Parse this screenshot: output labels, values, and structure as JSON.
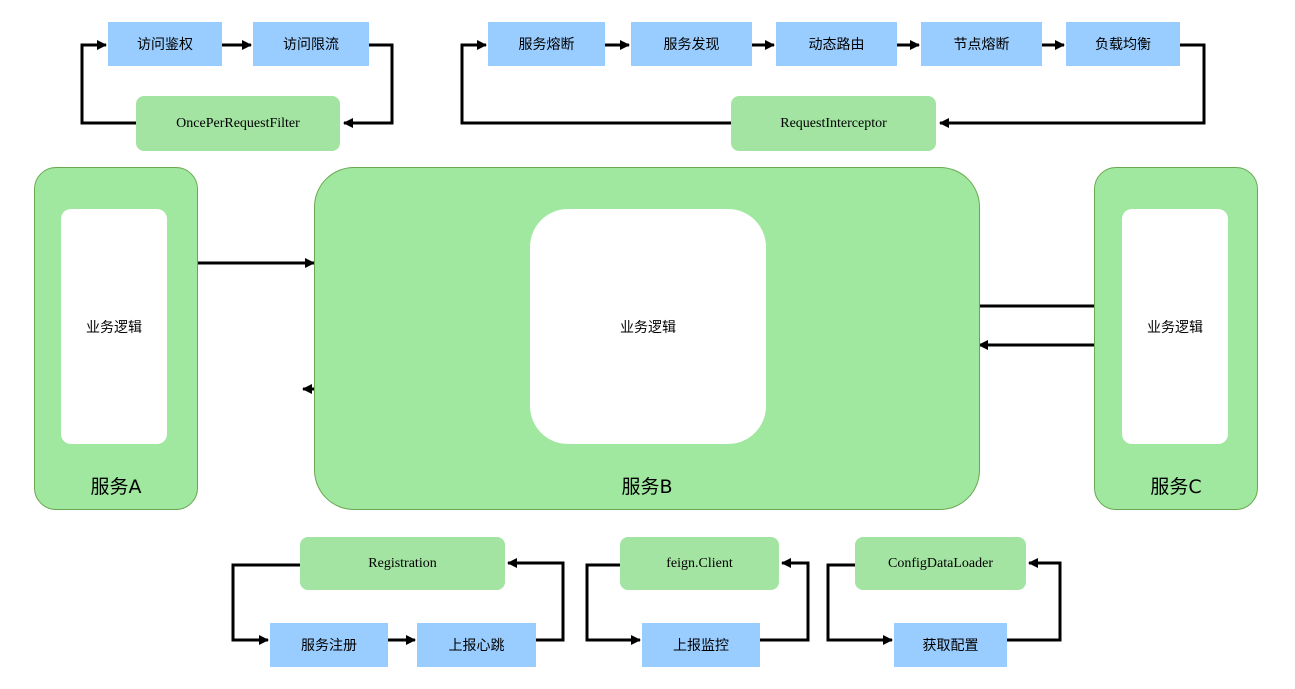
{
  "top_left_chain": {
    "steps": [
      "访问鉴权",
      "访问限流"
    ],
    "filter": "OncePerRequestFilter"
  },
  "top_right_chain": {
    "steps": [
      "服务熔断",
      "服务发现",
      "动态路由",
      "节点熔断",
      "负载均衡"
    ],
    "interceptor": "RequestInterceptor"
  },
  "services": {
    "a": {
      "name": "服务A",
      "logic": "业务逻辑"
    },
    "b": {
      "name": "服务B",
      "logic": "业务逻辑"
    },
    "c": {
      "name": "服务C",
      "logic": "业务逻辑"
    }
  },
  "bottom_chains": {
    "registration": {
      "title": "Registration",
      "steps": [
        "服务注册",
        "上报心跳"
      ]
    },
    "feign": {
      "title": "feign.Client",
      "steps": [
        "上报监控"
      ]
    },
    "config": {
      "title": "ConfigDataLoader",
      "steps": [
        "获取配置"
      ]
    }
  },
  "colors": {
    "blue_box": "#99ccff",
    "green_box": "#a3e4a3",
    "service_fill": "#a0e8a0",
    "service_border": "#6aa84f",
    "line": "#000000"
  }
}
